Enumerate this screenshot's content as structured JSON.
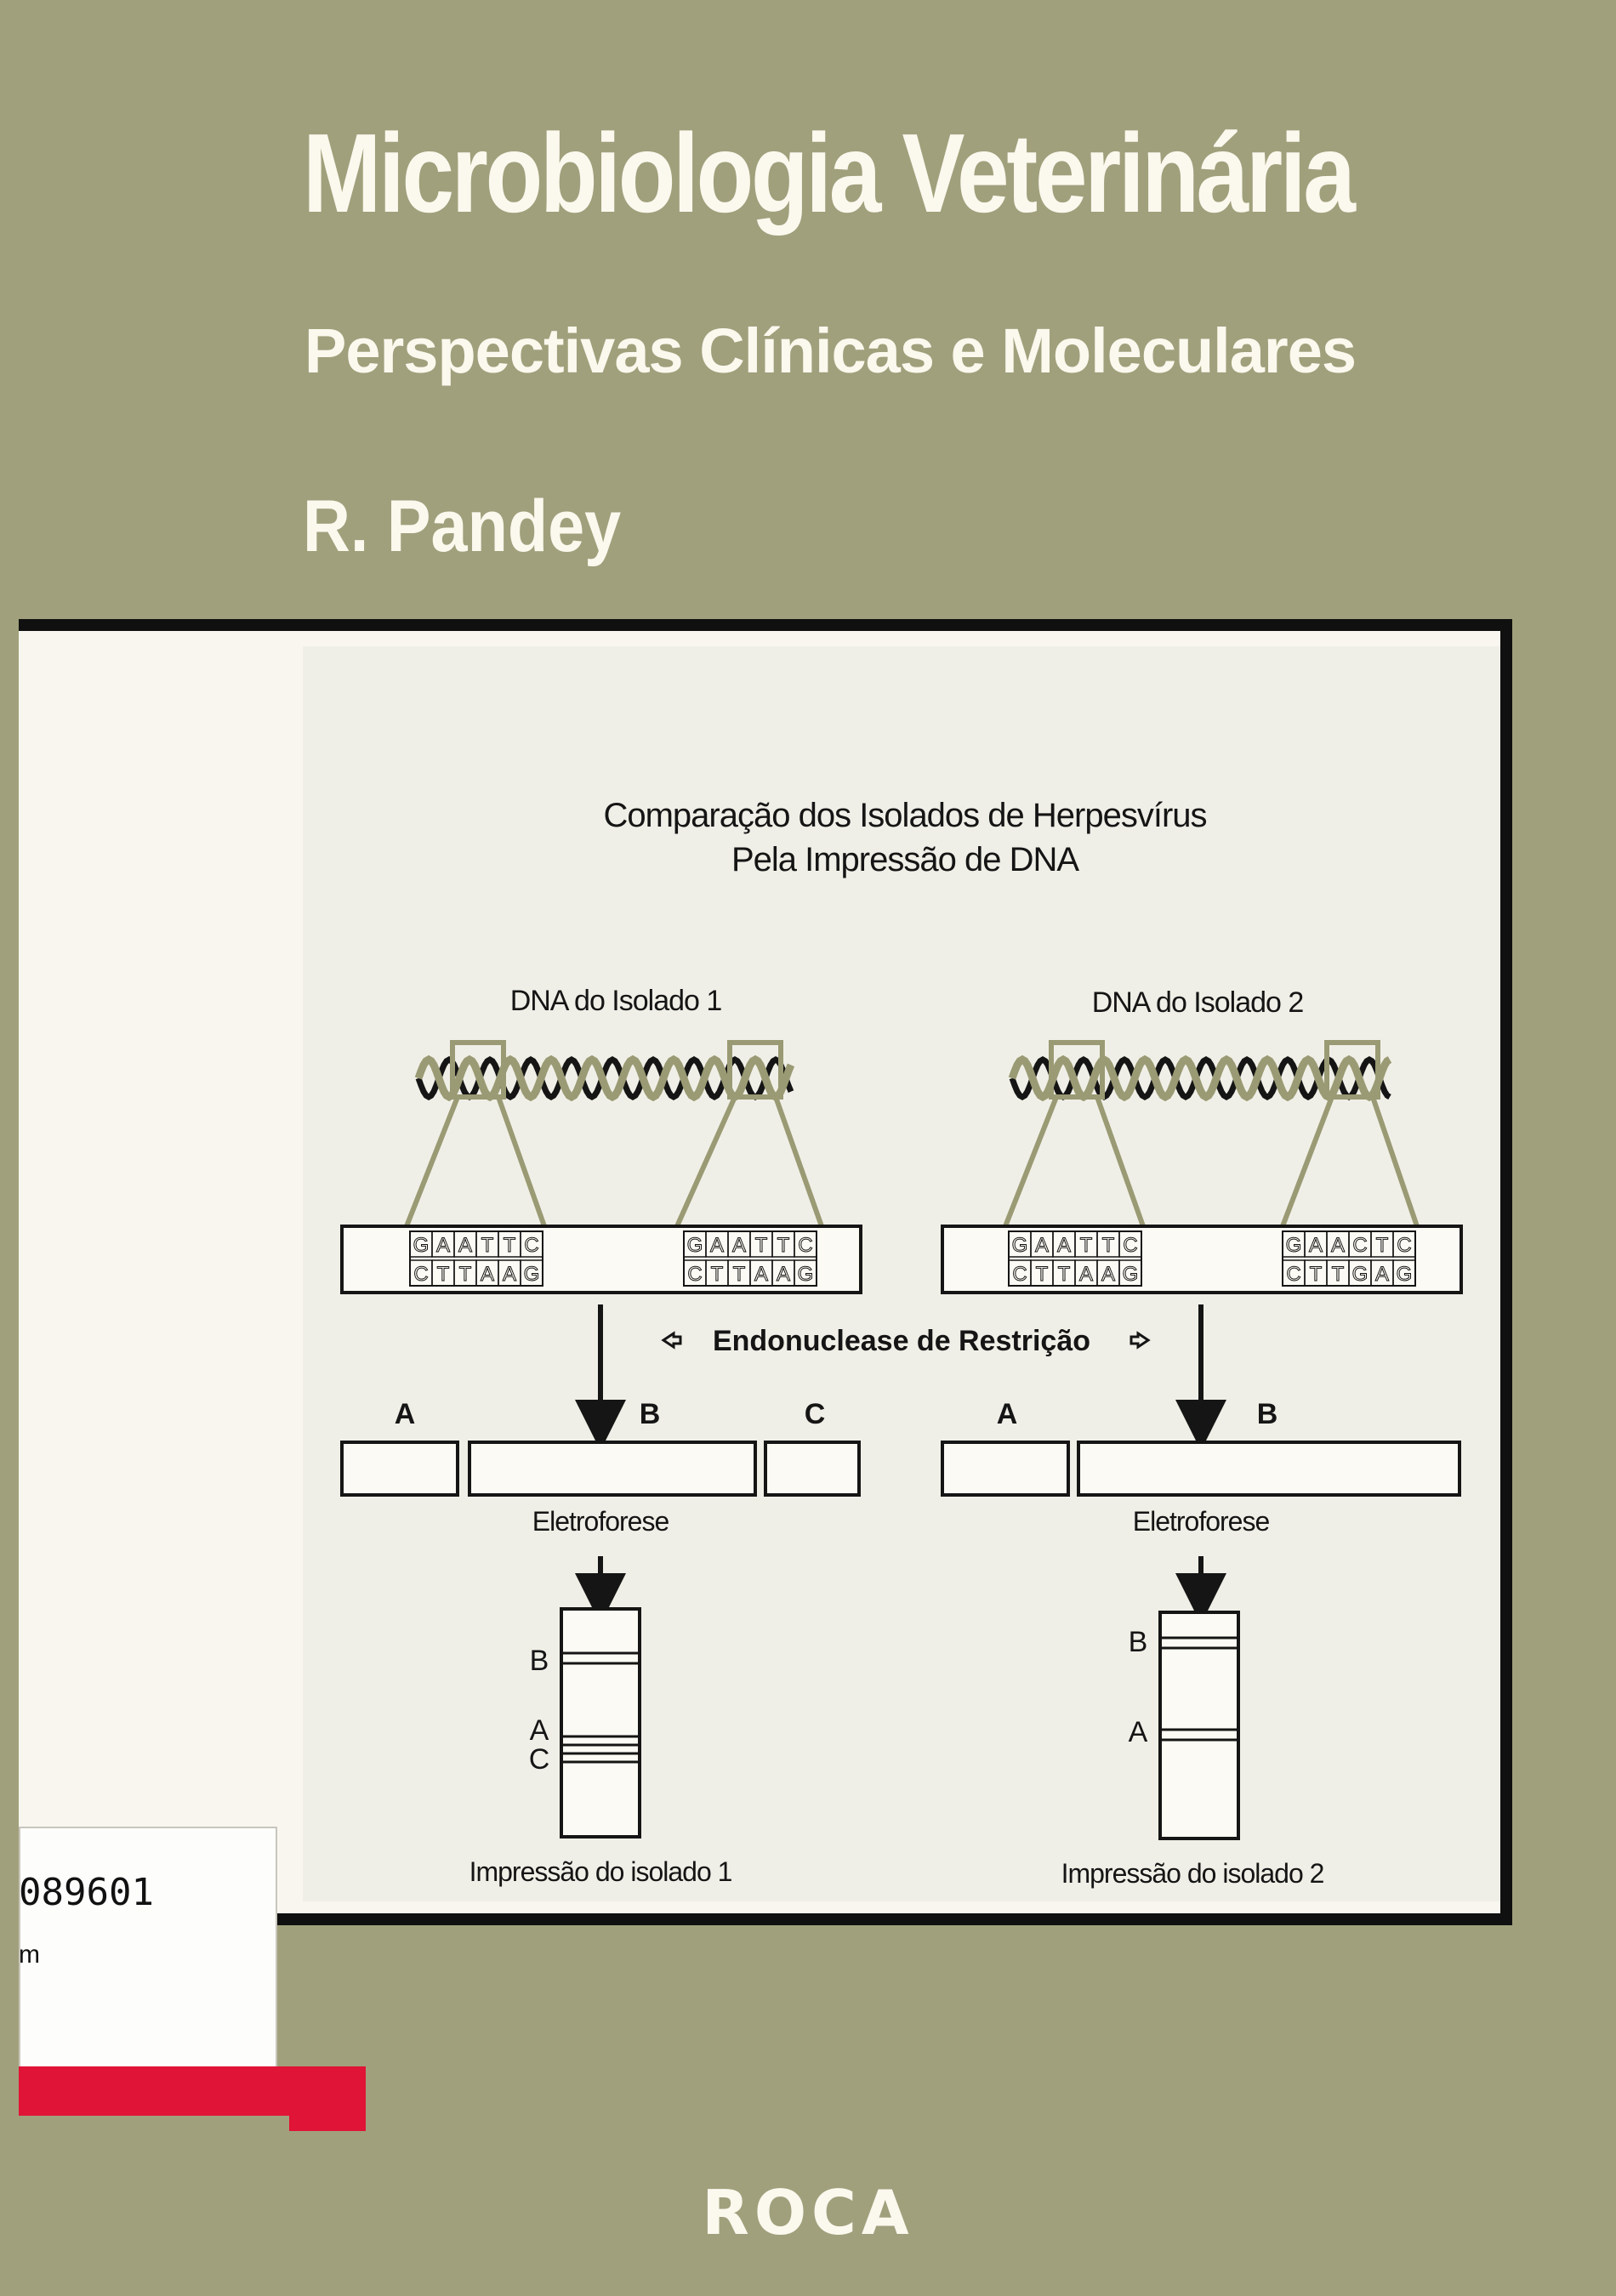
{
  "cover": {
    "title": "Microbiologia Veterinária",
    "subtitle": "Perspectivas Clínicas e Moleculares",
    "author": "R. Pandey",
    "publisher": "ROCA"
  },
  "diagram": {
    "heading_line1": "Comparação dos Isolados de Herpesvírus",
    "heading_line2": "Pela Impressão de DNA",
    "isolate1": {
      "label": "DNA do Isolado 1",
      "site1_top": [
        "G",
        "A",
        "A",
        "T",
        "T",
        "C"
      ],
      "site1_bottom": [
        "C",
        "T",
        "T",
        "A",
        "A",
        "G"
      ],
      "site2_top": [
        "G",
        "A",
        "A",
        "T",
        "T",
        "C"
      ],
      "site2_bottom": [
        "C",
        "T",
        "T",
        "A",
        "A",
        "G"
      ],
      "fragments": [
        "A",
        "B",
        "C"
      ],
      "electrophoresis": "Eletroforese",
      "bands": [
        "B",
        "A",
        "C"
      ],
      "fingerprint": "Impressão do isolado 1"
    },
    "isolate2": {
      "label": "DNA do Isolado 2",
      "site1_top": [
        "G",
        "A",
        "A",
        "T",
        "T",
        "C"
      ],
      "site1_bottom": [
        "C",
        "T",
        "T",
        "A",
        "A",
        "G"
      ],
      "site2_top": [
        "G",
        "A",
        "A",
        "C",
        "T",
        "C"
      ],
      "site2_bottom": [
        "C",
        "T",
        "T",
        "G",
        "A",
        "G"
      ],
      "fragments": [
        "A",
        "B"
      ],
      "electrophoresis": "Eletroforese",
      "bands": [
        "B",
        "A"
      ],
      "fingerprint": "Impressão do isolado 2"
    },
    "enzyme": "Endonuclease de Restrição"
  },
  "library_label": {
    "number": "089601",
    "code": "m"
  },
  "colors": {
    "cover_background": "#a0a07c",
    "title_text": "#fbf8ee",
    "panel_background": "#f0efe7",
    "helix_light": "#9a9a74",
    "ink": "#151515",
    "label_red": "#e01436"
  }
}
